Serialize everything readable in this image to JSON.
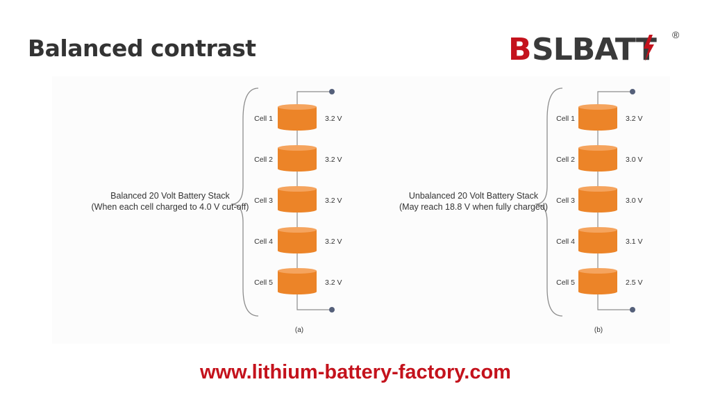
{
  "header": {
    "title": "Balanced contrast"
  },
  "logo": {
    "text": "BSLBATT",
    "mark": "®"
  },
  "colors": {
    "cell": "#ec8428",
    "cellTop": "#f5a45e",
    "wire": "#8c8c8c",
    "terminal": "#55607a",
    "url": "#c4121c"
  },
  "stacks": [
    {
      "label_line1": "Balanced 20 Volt Battery Stack",
      "label_line2": "(When each cell charged to 4.0 V cut-off)",
      "sublabel": "(a)",
      "cells": [
        {
          "name": "Cell 1",
          "voltage": "3.2 V"
        },
        {
          "name": "Cell 2",
          "voltage": "3.2 V"
        },
        {
          "name": "Cell 3",
          "voltage": "3.2 V"
        },
        {
          "name": "Cell 4",
          "voltage": "3.2 V"
        },
        {
          "name": "Cell 5",
          "voltage": "3.2 V"
        }
      ]
    },
    {
      "label_line1": "Unbalanced 20 Volt Battery Stack",
      "label_line2": "(May reach 18.8 V when fully charged)",
      "sublabel": "(b)",
      "cells": [
        {
          "name": "Cell 1",
          "voltage": "3.2 V"
        },
        {
          "name": "Cell 2",
          "voltage": "3.0 V"
        },
        {
          "name": "Cell 3",
          "voltage": "3.0 V"
        },
        {
          "name": "Cell 4",
          "voltage": "3.1 V"
        },
        {
          "name": "Cell 5",
          "voltage": "2.5 V"
        }
      ]
    }
  ],
  "footer": {
    "url": "www.lithium-battery-factory.com"
  }
}
